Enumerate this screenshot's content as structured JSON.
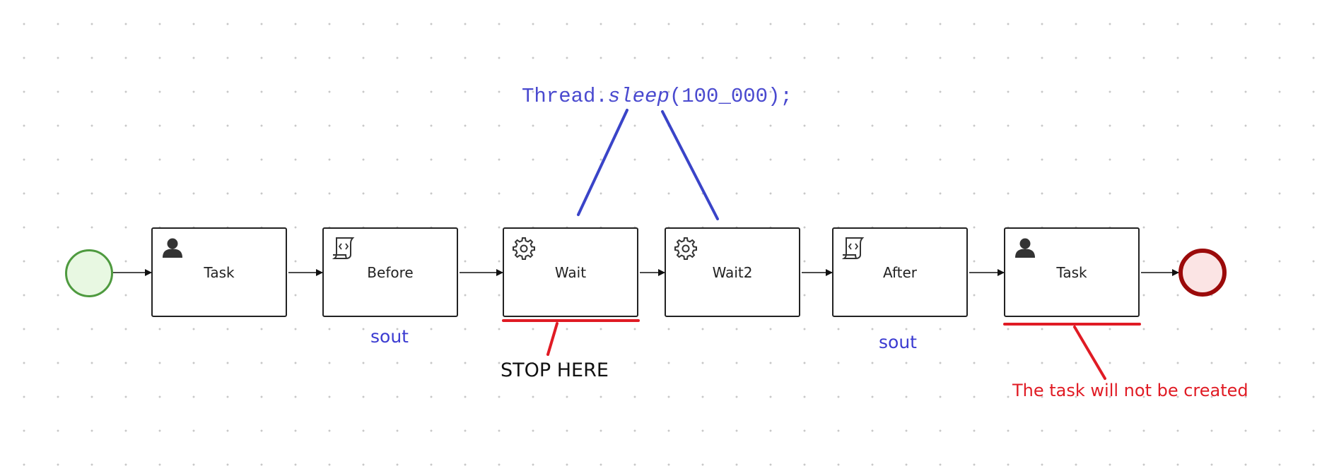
{
  "diagram": {
    "tasks": [
      {
        "label": "Task",
        "icon": "user-icon"
      },
      {
        "label": "Before",
        "icon": "script-icon"
      },
      {
        "label": "Wait",
        "icon": "gear-icon"
      },
      {
        "label": "Wait2",
        "icon": "gear-icon"
      },
      {
        "label": "After",
        "icon": "script-icon"
      },
      {
        "label": "Task",
        "icon": "user-icon"
      }
    ],
    "start_event": {
      "fill": "#e8f8e2",
      "stroke": "#4e9a3f"
    },
    "end_event": {
      "fill": "#fbe4e4",
      "stroke": "#9b0a0a"
    }
  },
  "annotations": {
    "code_prefix": "Thread.",
    "code_method": "sleep",
    "code_suffix": "(100_000);",
    "sout_before": "sout",
    "sout_after": "sout",
    "stop_here": "STOP HERE",
    "not_created": "The task will not be created"
  },
  "colors": {
    "annotation_blue": "#3b3bd1",
    "annotation_red": "#e01b24"
  }
}
